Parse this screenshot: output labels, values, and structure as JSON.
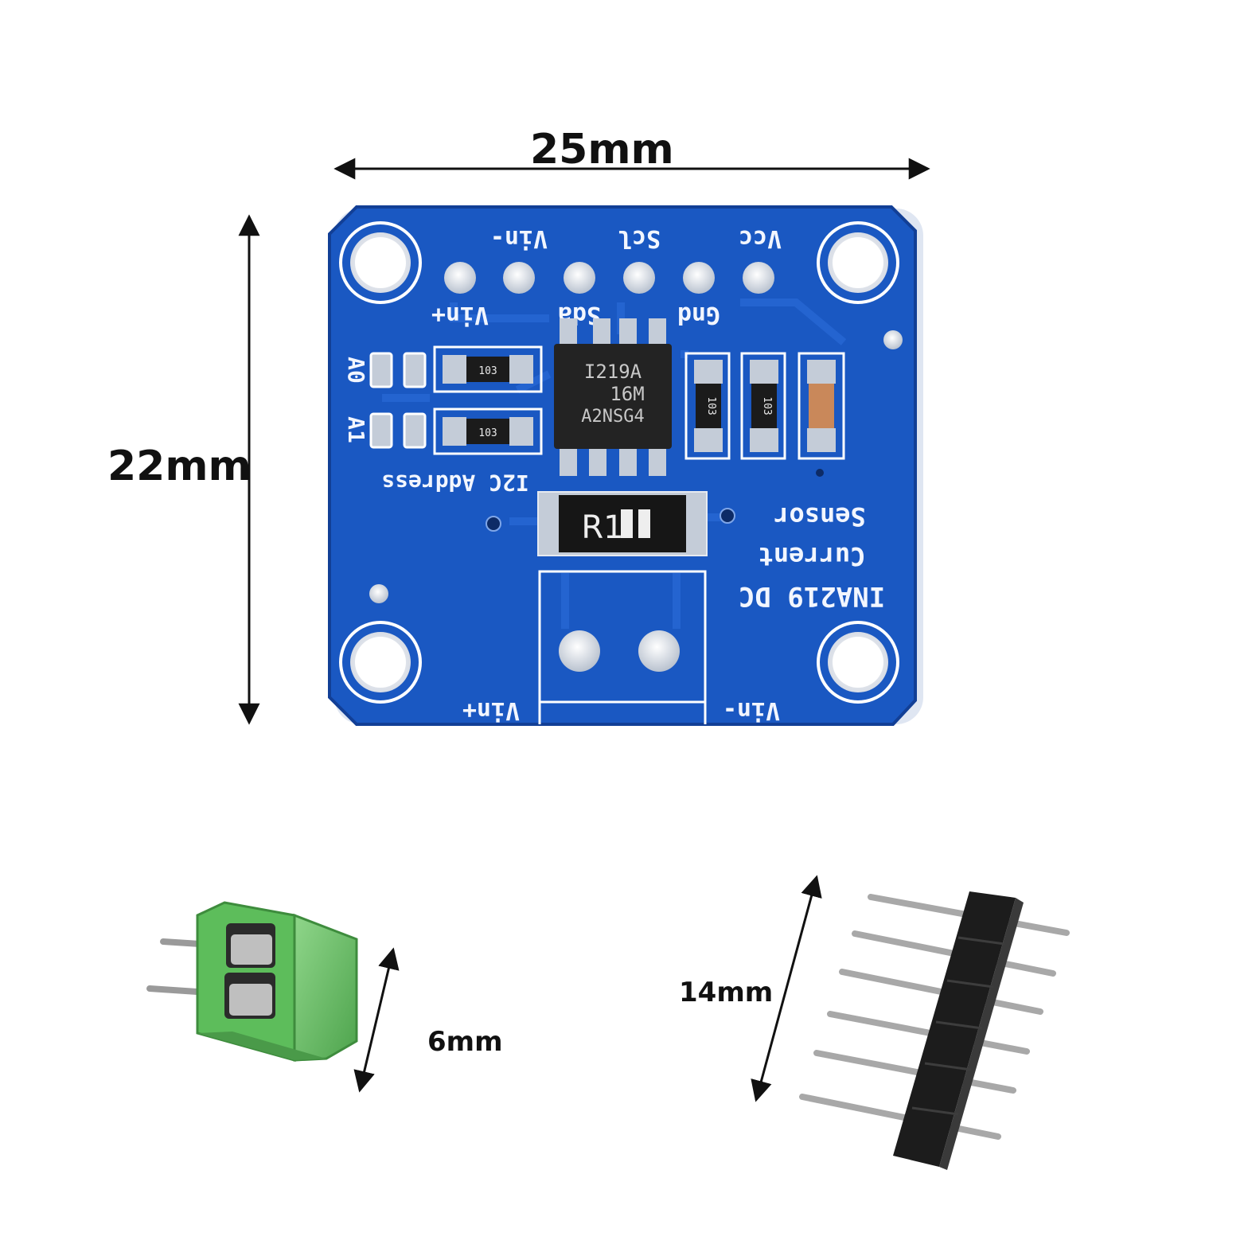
{
  "dimensions": {
    "board_width": "25mm",
    "board_height": "22mm",
    "terminal_block": "6mm",
    "pin_header": "14mm"
  },
  "board": {
    "top_labels": [
      "Vin-",
      "Scl",
      "Vcc"
    ],
    "second_labels": [
      "Vin+",
      "Sda",
      "Gnd"
    ],
    "address_labels": [
      "A0",
      "A1"
    ],
    "i2c_label": "I2C Address",
    "resistor_code": "103",
    "chip_lines": [
      "I219A",
      "16M",
      "A2NSG4"
    ],
    "shunt_label": "R1",
    "sensor_label_1": "Current",
    "sensor_label_2": "Sensor",
    "model_label": "INA219 DC",
    "bottom_left_label": "Vin+",
    "bottom_right_label": "Vin-"
  },
  "colors": {
    "pcb": "#1a58c2",
    "pcb_edge": "#123f96",
    "terminal": "#6cc46a",
    "header": "#1c1c1c"
  }
}
